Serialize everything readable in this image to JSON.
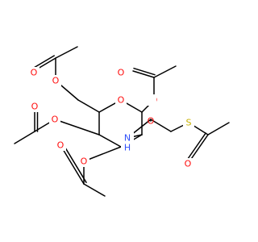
{
  "molecule": {
    "atoms": {
      "O_ring": {
        "symbol": "O",
        "color": "#ff0d0d"
      },
      "O1": {
        "symbol": "O",
        "color": "#ff0d0d"
      },
      "O1_carbonyl": {
        "symbol": "O",
        "color": "#ff0d0d"
      },
      "O6": {
        "symbol": "O",
        "color": "#ff0d0d"
      },
      "O6_carbonyl": {
        "symbol": "O",
        "color": "#ff0d0d"
      },
      "O4": {
        "symbol": "O",
        "color": "#ff0d0d"
      },
      "O4_carbonyl": {
        "symbol": "O",
        "color": "#ff0d0d"
      },
      "O3": {
        "symbol": "O",
        "color": "#ff0d0d"
      },
      "O3_carbonyl": {
        "symbol": "O",
        "color": "#ff0d0d"
      },
      "N_amide": {
        "symbol": "NH",
        "color": "#3050f8",
        "sub": "H"
      },
      "O_amide": {
        "symbol": "O",
        "color": "#ff0d0d"
      },
      "S": {
        "symbol": "S",
        "color": "#c6b000"
      },
      "O_thio": {
        "symbol": "O",
        "color": "#ff0d0d"
      }
    }
  }
}
